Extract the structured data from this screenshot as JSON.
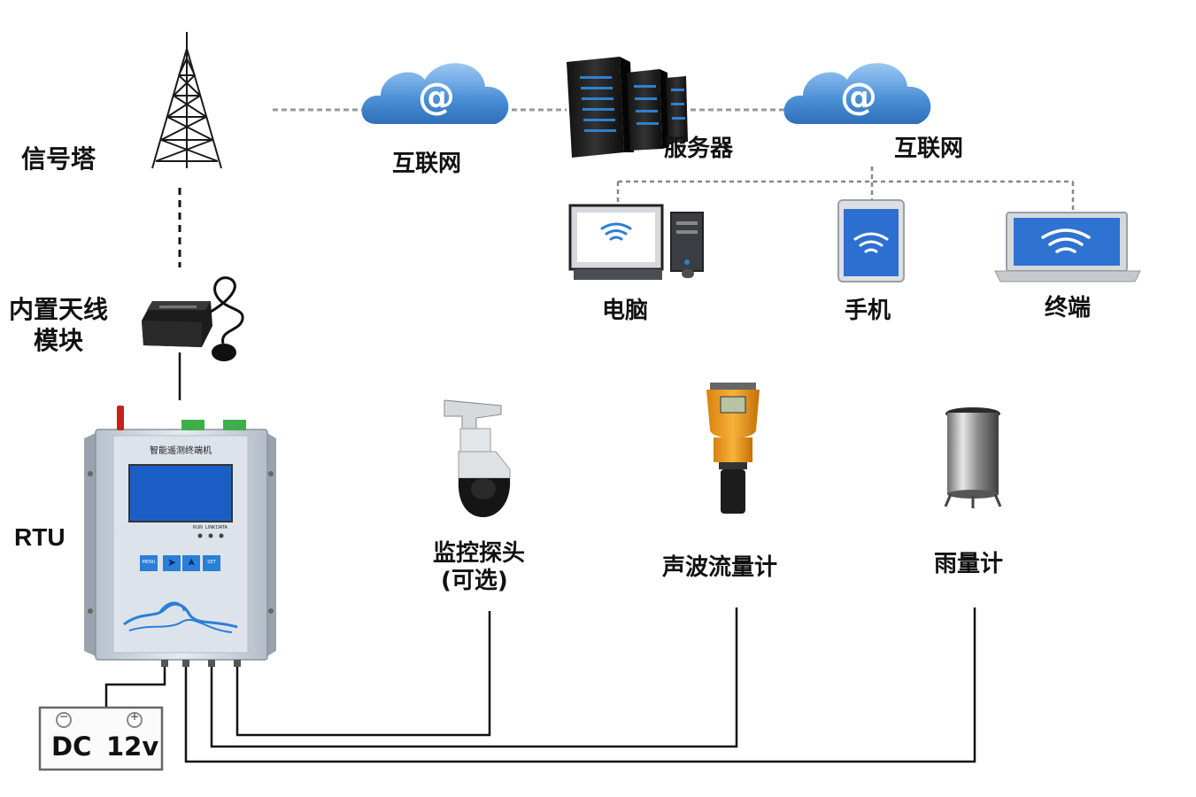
{
  "labels": {
    "tower": "信号塔",
    "antenna_line1": "内置天线",
    "antenna_line2": "模块",
    "rtu": "RTU",
    "internet_left": "互联网",
    "server": "服务器",
    "internet_right": "互联网",
    "computer": "电脑",
    "phone": "手机",
    "terminal": "终端",
    "camera_line1": "监控探头",
    "camera_line2": "(可选)",
    "flowmeter": "声波流量计",
    "raingauge": "雨量计"
  },
  "rtu_device": {
    "title": "智能遥测终端机",
    "leds": [
      "RUN",
      "LINK",
      "DATA"
    ],
    "buttons": [
      "MENU",
      "➤",
      "➤",
      "SET"
    ]
  },
  "cloud_symbol": "@",
  "power": {
    "minus": "−",
    "plus": "+",
    "label_dc": "DC",
    "label_v": "12v"
  },
  "colors": {
    "cloud": "#4a8fd6",
    "screen": "#1e63c8",
    "rtu_body": "#c9d2dc",
    "line": "#222222",
    "dashed": "#888888"
  }
}
